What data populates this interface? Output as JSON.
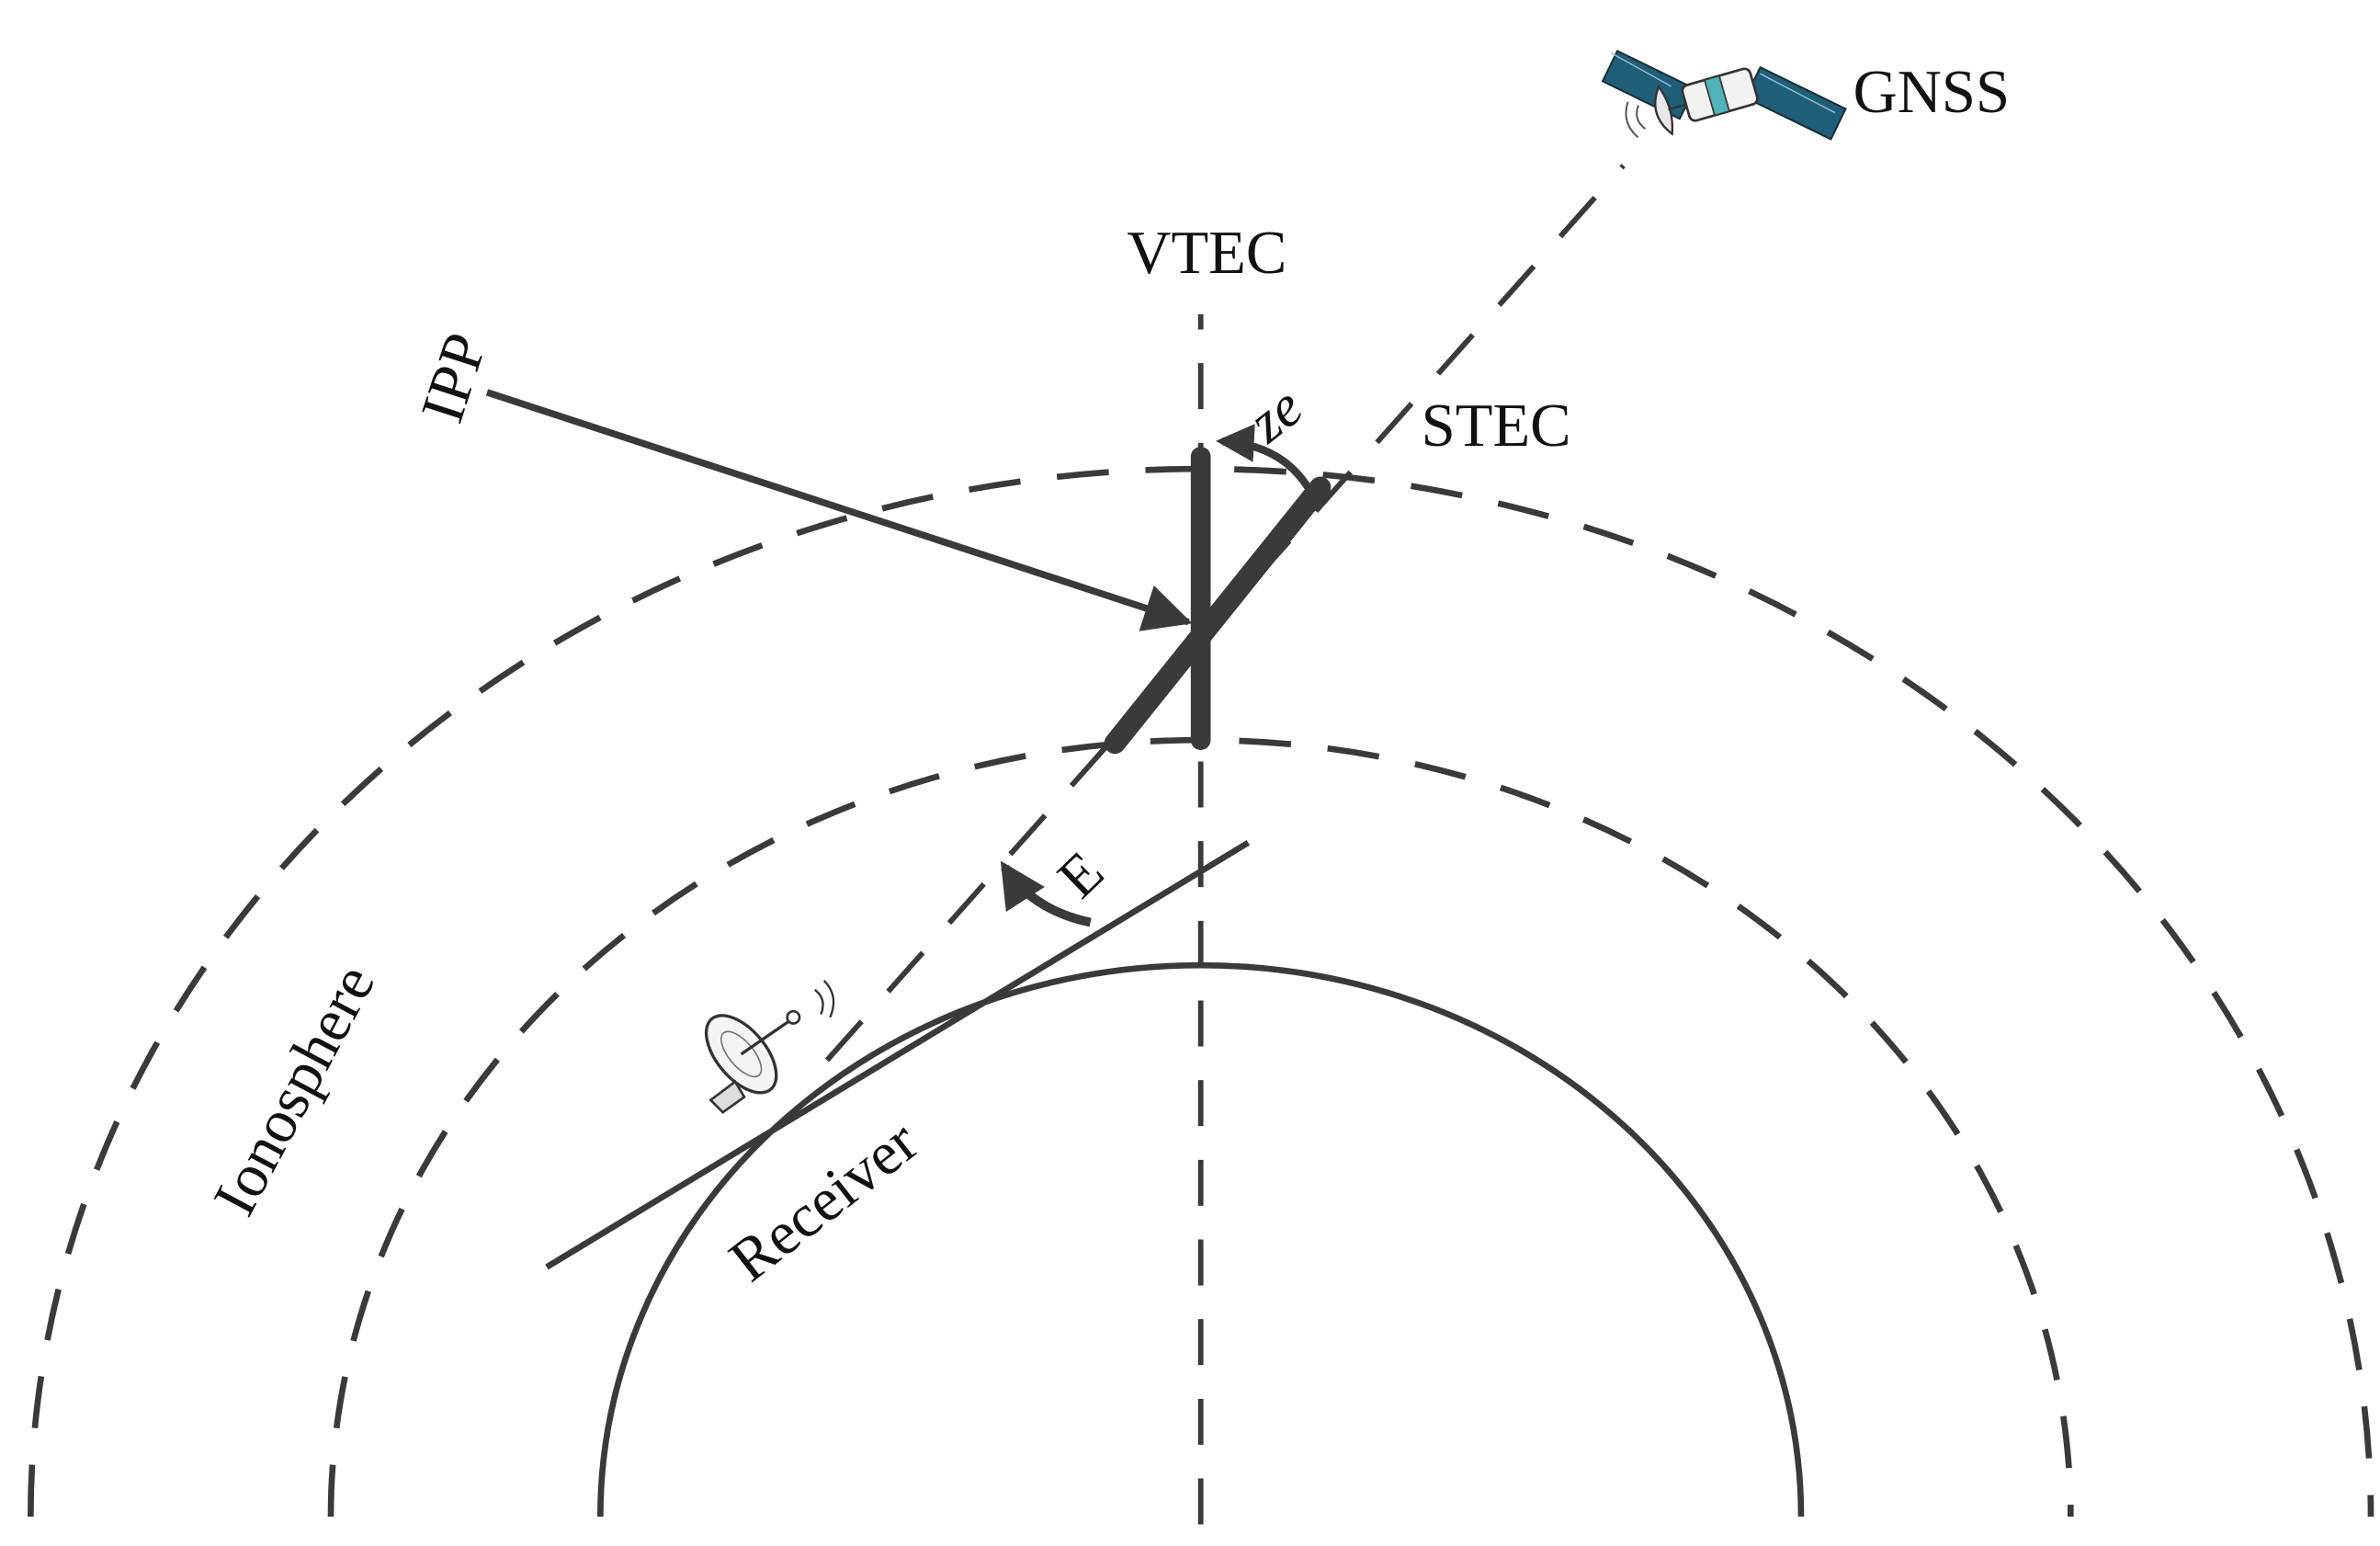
{
  "labels": {
    "gnss": "GNSS",
    "vtec": "VTEC",
    "stec": "STEC",
    "ipp": "IPP",
    "zenith_angle": "ze",
    "elevation_angle": "E",
    "ionosphere": "Ionosphere",
    "receiver": "Receiver"
  },
  "colors": {
    "line": "#3a3a3a",
    "text": "#111111",
    "solar_panel": "#1f5e78",
    "satellite_body": "#f2f2f2"
  },
  "icons": {
    "satellite": "satellite-icon",
    "receiver": "receiver-dish-icon"
  }
}
